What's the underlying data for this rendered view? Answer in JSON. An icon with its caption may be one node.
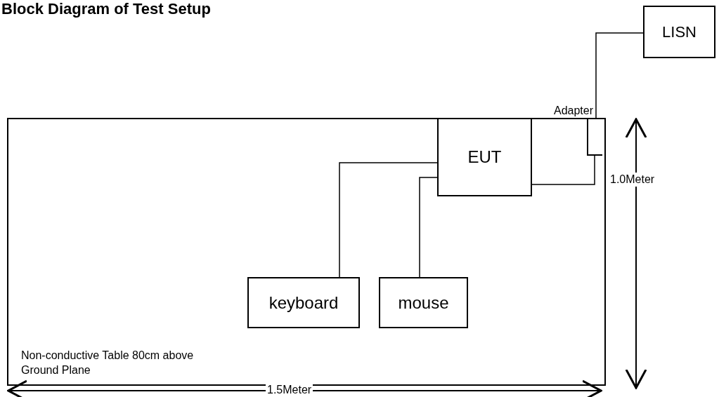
{
  "diagram": {
    "title": "Block Diagram of Test Setup",
    "nodes": [
      {
        "text": [
          "Non-conductive Table 80cm above Ground Plane"
        ]
      },
      {
        "text": [
          "EUT"
        ],
        "in": 0
      },
      {
        "text": [
          "Adapter"
        ],
        "in": 0
      },
      {
        "text": [
          "LISN"
        ]
      },
      {
        "text": [
          "keyboard"
        ],
        "in": 0
      },
      {
        "text": [
          "mouse"
        ],
        "in": 0
      }
    ],
    "edges": [
      {
        "from": 1,
        "to": 2,
        "arrow": "none"
      },
      {
        "from": 2,
        "to": 3,
        "arrow": "none"
      },
      {
        "from": 4,
        "to": 1,
        "arrow": "none"
      },
      {
        "from": 5,
        "to": 1,
        "arrow": "none"
      }
    ],
    "labels": [
      "1.0Meter",
      "1.5Meter"
    ]
  }
}
